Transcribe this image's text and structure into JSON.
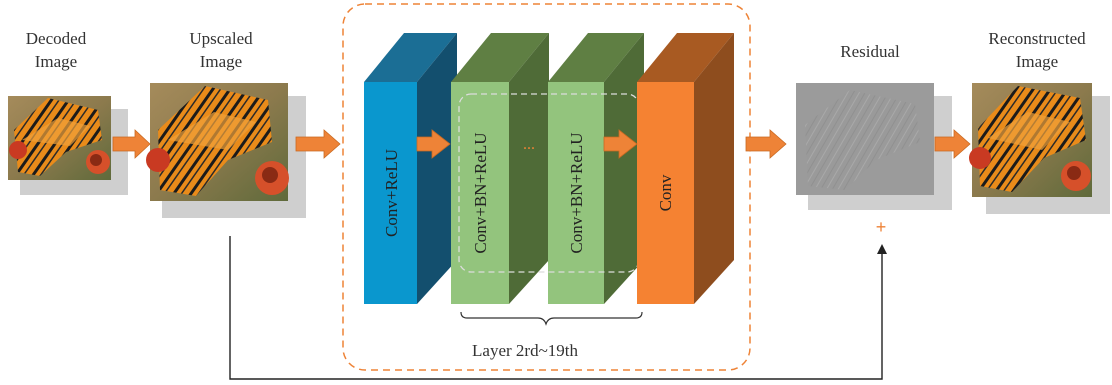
{
  "labels": {
    "decoded": [
      "Decoded",
      "Image"
    ],
    "upscaled": [
      "Upscaled",
      "Image"
    ],
    "residual": "Residual",
    "reconstructed": [
      "Reconstructed",
      "Image"
    ],
    "layer_range": "Layer 2rd~19th",
    "plus": "+",
    "ellipsis": "..."
  },
  "blocks": {
    "first": "Conv+ReLU",
    "middle_a": "Conv+BN+ReLU",
    "middle_b": "Conv+BN+ReLU",
    "last": "Conv"
  },
  "colors": {
    "arrow": "#ee8337",
    "dashed_box": "#ee8337",
    "block1_front": "#0a97ce",
    "block1_side": "#134f6e",
    "block2_front": "#93c47d",
    "block2_side": "#4f6b37",
    "block3_front": "#f58232",
    "block3_side": "#8e4d1e"
  }
}
